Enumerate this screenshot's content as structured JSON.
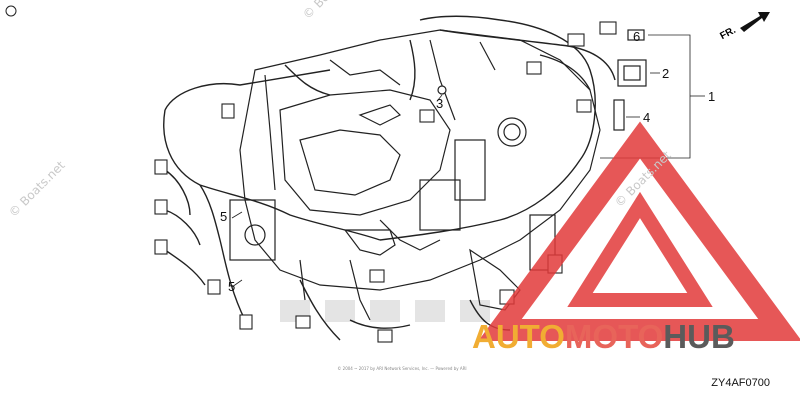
{
  "diagram": {
    "callouts": {
      "c1": "1",
      "c2": "2",
      "c3": "3",
      "c4": "4",
      "c5a": "5",
      "c5b": "5",
      "c6": "6"
    },
    "direction_label": "FR.",
    "part_code": "ZY4AF0700",
    "copyright_text": "© 2004 ~ 2017 by ARI Network Services, Inc. — Powered by ARI",
    "corner_mark": "©"
  },
  "watermark": {
    "side_text": "© Boats.net",
    "brand_part1": "AUTO",
    "brand_part2": "MOTO",
    "brand_part3": "HUB",
    "colors": {
      "triangle": "#e23a3a",
      "brand_auto": "#f1ad33",
      "brand_moto": "#e8645a",
      "brand_hub": "#5b5b5b"
    }
  }
}
